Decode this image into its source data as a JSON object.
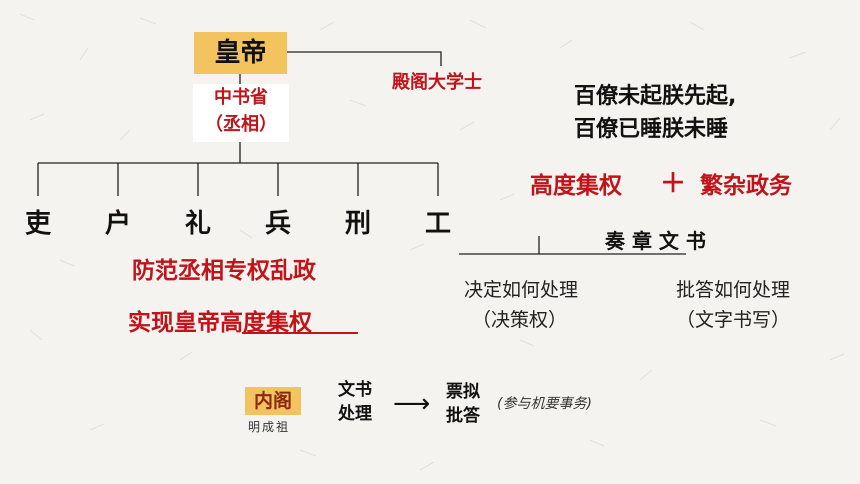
{
  "org_chart": {
    "emperor": "皇帝",
    "grand_secretary": "殿阁大学士",
    "zhongshu_line1": "中书省",
    "zhongshu_line2": "（丞相）",
    "ministries": [
      "吏",
      "户",
      "礼",
      "兵",
      "刑",
      "工"
    ]
  },
  "purpose": {
    "line1": "防范丞相专权乱政",
    "line2_prefix": "实现皇帝",
    "line2_emph": "高度集权"
  },
  "quote": {
    "line1": "百僚未起朕先起,",
    "line2": "百僚已睡朕未睡"
  },
  "equation": {
    "left": "高度集权",
    "plus": "＋",
    "right": "繁杂政务"
  },
  "memorials": {
    "title": "奏 章 文 书",
    "left_line1": "决定如何处理",
    "left_line2": "（决策权）",
    "right_line1": "批答如何处理",
    "right_line2": "（文字书写）"
  },
  "cabinet": {
    "name": "内阁",
    "founder": "明成祖",
    "step1_line1": "文书",
    "step1_line2": "处理",
    "arrow": "⟶",
    "step2_line1": "票拟",
    "step2_line2": "批答",
    "note": "(参与机要事务)"
  },
  "colors": {
    "accent_gold": "#f3c35f",
    "accent_red": "#c0141a"
  }
}
